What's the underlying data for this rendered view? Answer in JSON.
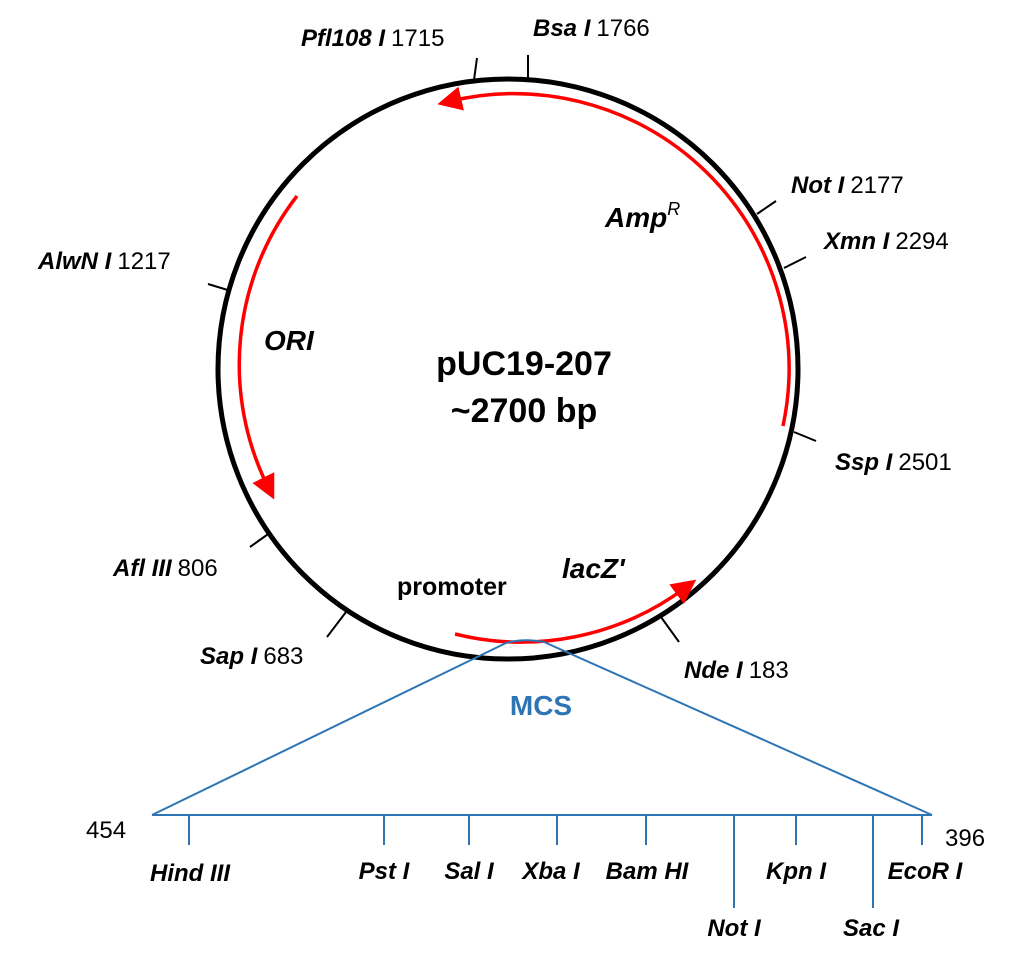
{
  "plasmid": {
    "name": "pUC19-207",
    "size_label": "~2700 bp"
  },
  "features": {
    "ori": "ORI",
    "amp_base": "Amp",
    "amp_sup": "R",
    "lacz": "lacZ'",
    "promoter": "promoter",
    "mcs": "MCS"
  },
  "sites": [
    {
      "name": "Pfl108 I",
      "pos": "1715"
    },
    {
      "name": "Bsa I",
      "pos": "1766"
    },
    {
      "name": "Not I",
      "pos": "2177"
    },
    {
      "name": "Xmn I",
      "pos": "2294"
    },
    {
      "name": "AlwN I",
      "pos": "1217"
    },
    {
      "name": "Ssp I",
      "pos": "2501"
    },
    {
      "name": "Afl III",
      "pos": "806"
    },
    {
      "name": "Sap I",
      "pos": "683"
    },
    {
      "name": "Nde I",
      "pos": "183"
    }
  ],
  "mcs_bar": {
    "left_pos": "454",
    "right_pos": "396",
    "sites": [
      "Hind III",
      "Pst I",
      "Sal I",
      "Xba I",
      "Bam HI",
      "Not I",
      "Kpn I",
      "Sac I",
      "EcoR I"
    ]
  },
  "colors": {
    "backbone": "#000000",
    "feature_arrow": "#ff0000",
    "mcs": "#2e75b6"
  }
}
